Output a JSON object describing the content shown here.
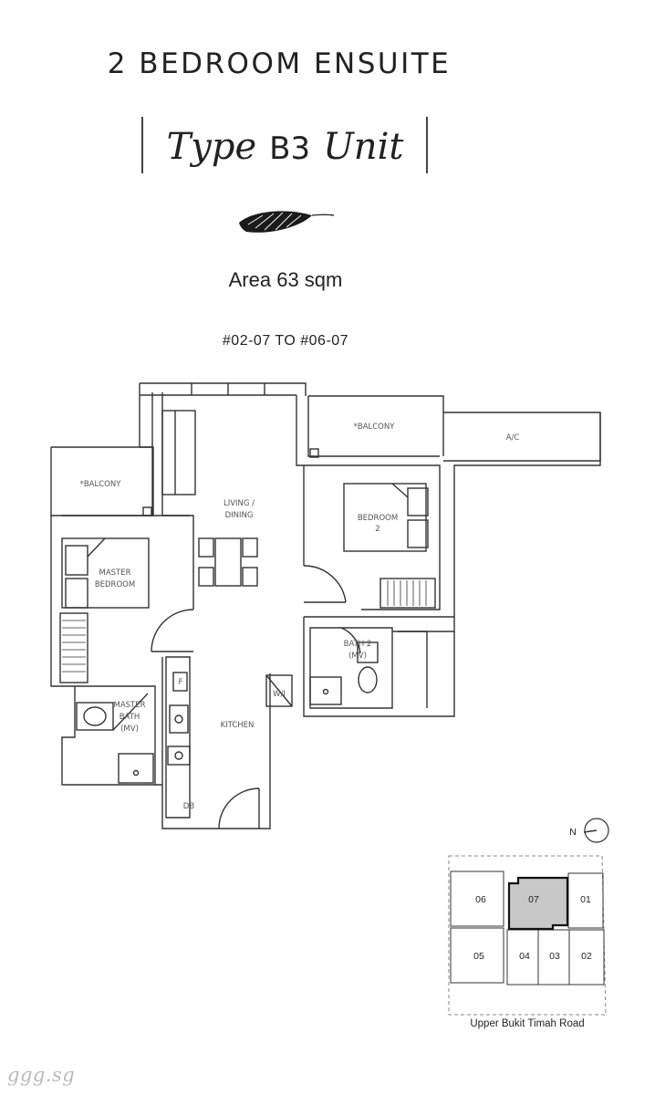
{
  "header": {
    "title": "2 BEDROOM ENSUITE",
    "type_word_1": "Type",
    "type_code": "B3",
    "type_word_2": "Unit",
    "area": "Area 63 sqm",
    "units": "#02-07 TO #06-07"
  },
  "rooms": {
    "balcony_right": "*BALCONY",
    "ac": "A/C",
    "balcony_left": "*BALCONY",
    "living_1": "LIVING /",
    "living_2": "DINING",
    "bedroom2_1": "BEDROOM",
    "bedroom2_2": "2",
    "master_1": "MASTER",
    "master_2": "BEDROOM",
    "bath2_1": "BATH 2",
    "bath2_2": "(MV)",
    "wi": "W/I",
    "fridge": "F",
    "master_bath_1": "MASTER",
    "master_bath_2": "BATH",
    "master_bath_3": "(MV)",
    "kitchen": "KITCHEN",
    "db": "DB"
  },
  "compass": {
    "label": "N"
  },
  "key_plan": {
    "units": [
      "06",
      "07",
      "01",
      "05",
      "04",
      "03",
      "02"
    ],
    "highlighted": "07",
    "road": "Upper Bukit Timah Road"
  },
  "watermark": "ggg.sg"
}
